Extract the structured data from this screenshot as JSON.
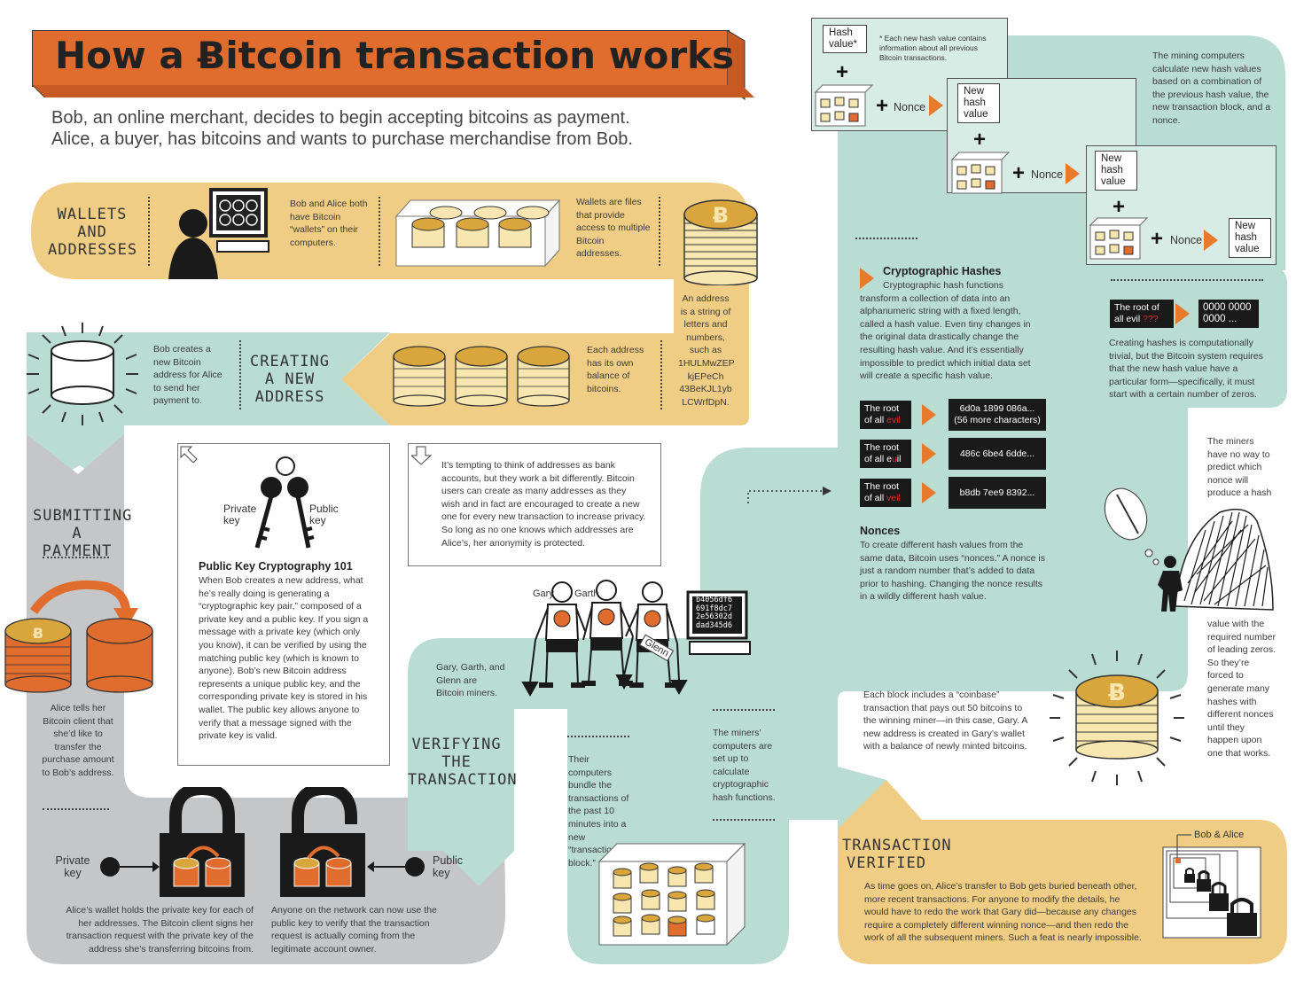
{
  "title": "How a Ƀitcoin transaction works",
  "intro": [
    "Bob, an online merchant, decides to begin accepting bitcoins as payment.",
    "Alice, a buyer, has bitcoins and wants to purchase merchandise from Bob."
  ],
  "wallets": {
    "label": [
      "WALLETS",
      "AND",
      "ADDRESSES"
    ],
    "text1": "Bob and Alice both have Bitcoin “wallets” on their computers.",
    "text2": "Wallets are files that provide access to multiple Bitcoin addresses.",
    "address_text": "An address is a string of letters and numbers, such as 1HULMwZEP kjEPeCh 43BeKJL1yb LCWrfDpN.",
    "balance_text": "Each address has its own balance of bitcoins."
  },
  "creating": {
    "label": [
      "CREATING",
      "A NEW",
      "ADDRESS"
    ],
    "text": "Bob creates a new Bitcoin address for Alice to send her payment to."
  },
  "pkc": {
    "private_key": "Private key",
    "public_key": "Public key",
    "heading": "Public Key Cryptography 101",
    "body": "When Bob creates a new address, what he’s really doing is generating a “cryptographic key pair,” composed of a private key and a public key. If you sign a message with a private key (which only you know), it can be verified by using the matching public key (which is known to anyone). Bob’s new Bitcoin address represents a unique public key, and the corresponding private key is stored in his wallet. The public key allows anyone to verify that a message signed with the private key is valid."
  },
  "tempting": "It’s tempting to think of addresses as bank accounts, but they work a bit differently. Bitcoin users can create as many addresses as they wish and in fact are encouraged to create a new one for every new transaction to increase privacy. So long as no one knows which addresses are Alice’s, her anonymity is protected.",
  "submitting": {
    "label": [
      "SUBMITTING",
      "A PAYMENT"
    ],
    "text": "Alice tells her Bitcoin client that she’d like to transfer the purchase amount to Bob’s address.",
    "private_key": "Private key",
    "public_key": "Public key",
    "wallet_text": "Alice’s wallet holds the private key for each of her addresses. The Bitcoin client signs her transaction request with the private key of the address she’s transferring bitcoins from.",
    "network_text": "Anyone on the network can now use the public key to verify that the transaction request is actually coming from the legitimate account owner."
  },
  "verifying": {
    "label": [
      "VERIFYING",
      "THE",
      "TRANSACTION"
    ],
    "miners_text": "Gary, Garth, and Glenn are Bitcoin miners.",
    "gary": "Gary",
    "garth": "Garth",
    "glenn": "Glenn",
    "monitor_hash": [
      "b4056df6",
      "691f8dc7",
      "2e56302d",
      "dad345d6"
    ],
    "bundle_text": "Their computers bundle the transactions of the past 10 minutes into a new “transaction block.”",
    "computers_text": "The miners’ computers are set up to calculate cryptographic hash functions."
  },
  "hash_chain": {
    "hash_value": "Hash value*",
    "footnote": "* Each new hash value contains information about all previous Bitcoin transactions.",
    "nonce": "Nonce",
    "new_hash": "New hash value",
    "mining_text": "The mining computers calculate new hash values based on a combination of the previous hash value, the new transaction block, and a nonce."
  },
  "crypto_hashes": {
    "heading": "Cryptographic Hashes",
    "body": "Cryptographic hash functions transform a collection of data into an alphanumeric string with a fixed length, called a hash value. Even tiny changes in the original data drastically change the resulting hash value. And it’s essentially impossible to predict which initial data set will create a specific hash value.",
    "examples": [
      {
        "pre": "The root",
        "l2a": "of all ",
        "l2b": "evil",
        "l2c": "",
        "hash": "6d0a 1899 086a... (56 more characters)"
      },
      {
        "pre": "The root",
        "l2a": "of all e",
        "l2b": "u",
        "l2c": "il",
        "hash": "486c 6be4 6dde..."
      },
      {
        "pre": "The root",
        "l2a": "of all ",
        "l2b": "veil",
        "l2c": "",
        "hash": "b8db 7ee9 8392..."
      }
    ],
    "nonces_heading": "Nonces",
    "nonces_body": "To create different hash values from the same data, Bitcoin uses “nonces.” A nonce is just a random number that’s added to data prior to hashing. Changing the nonce results in a wildly different hash value."
  },
  "zeros": {
    "root": "The root of",
    "all_evil": "all evil ",
    "qqq": "???",
    "result1": "0000 0000",
    "result2": "0000 ...",
    "text": "Creating hashes is computationally trivial, but the Bitcoin system requires that the new hash value have a particular form—specifically, it must start with a certain number of zeros."
  },
  "miners_way": "The miners have no way to predict which nonce will produce a hash",
  "miners_way2": "value with the required number of leading zeros. So they’re forced to generate many hashes with different nonces until they happen upon one that works.",
  "coinbase": "Each block includes a “coinbase” transaction that pays out 50 bitcoins to the winning miner—in this case, Gary. A new address is created in Gary’s wallet with a balance of newly minted bitcoins.",
  "verified": {
    "label": [
      "TRANSACTION",
      "VERIFIED"
    ],
    "text": "As time goes on, Alice’s transfer to Bob gets buried beneath other, more recent transactions. For anyone to modify the details, he would have to redo the work that Gary did—because any changes require a completely different winning nonce—and then redo the work of all the subsequent miners. Such a feat is nearly impossible.",
    "bob_alice": "Bob & Alice"
  },
  "colors": {
    "orange": "#e06c2e",
    "tan": "#f0cd85",
    "teal": "#b9dcd3",
    "gray": "#c4c6c8"
  }
}
